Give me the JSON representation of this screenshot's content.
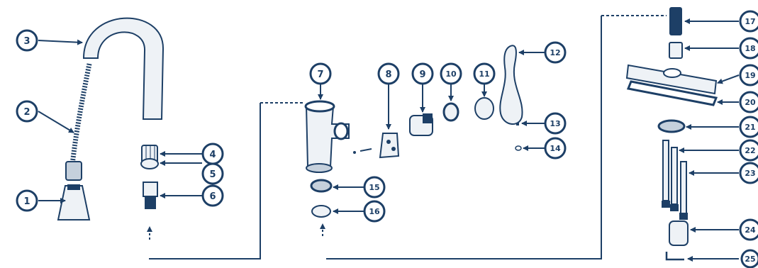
{
  "diagram": {
    "colors": {
      "ink": "#1d3f66",
      "part_fill": "#eef2f6",
      "part_shade": "#c5d0dc"
    },
    "callouts": [
      "1",
      "2",
      "3",
      "4",
      "5",
      "6",
      "7",
      "8",
      "9",
      "10",
      "11",
      "12",
      "13",
      "14",
      "15",
      "16",
      "17",
      "18",
      "19",
      "20",
      "21",
      "22",
      "23",
      "24",
      "25"
    ]
  }
}
